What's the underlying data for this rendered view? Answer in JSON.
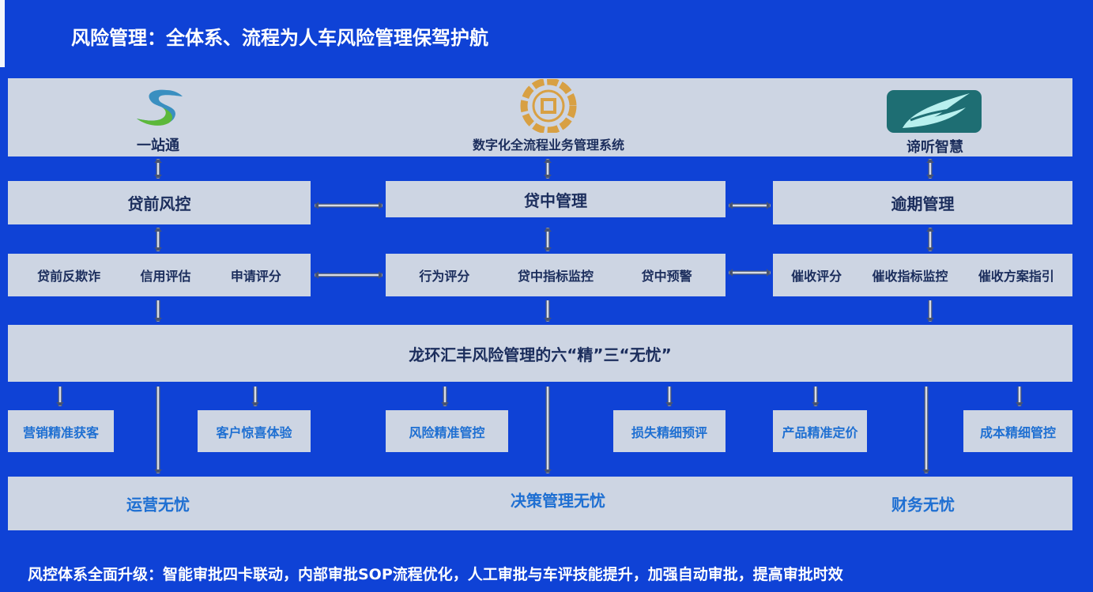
{
  "title": "风险管理：全体系、流程为人车风险管理保驾护航",
  "systems": [
    {
      "label": "一站通",
      "icon": "s-logo-icon"
    },
    {
      "label": "数字化全流程业务管理系统",
      "icon": "gold-coin-logo-icon"
    },
    {
      "label": "谛听智慧",
      "icon": "teal-wing-logo-icon"
    }
  ],
  "stages": [
    "贷前风控",
    "贷中管理",
    "逾期管理"
  ],
  "stage_items": [
    [
      "贷前反欺诈",
      "信用评估",
      "申请评分"
    ],
    [
      "行为评分",
      "贷中指标监控",
      "贷中预警"
    ],
    [
      "催收评分",
      "催收指标监控",
      "催收方案指引"
    ]
  ],
  "core": "龙环汇丰风险管理的六“精”三“无忧”",
  "six_jing": [
    "营销精准获客",
    "客户惊喜体验",
    "风险精准管控",
    "损失精细预评",
    "产品精准定价",
    "成本精细管控"
  ],
  "three_wuyou": [
    "运营无忧",
    "决策管理无忧",
    "财务无忧"
  ],
  "footer": "风控体系全面升级：智能审批四卡联动，内部审批SOP流程优化，人工审批与车评技能提升，加强自动审批，提高审批时效",
  "colors": {
    "background": "#0f42d6",
    "box": "#cdd5e3",
    "dark_text": "#1b2d5c",
    "blue_text": "#1e6fd2"
  }
}
